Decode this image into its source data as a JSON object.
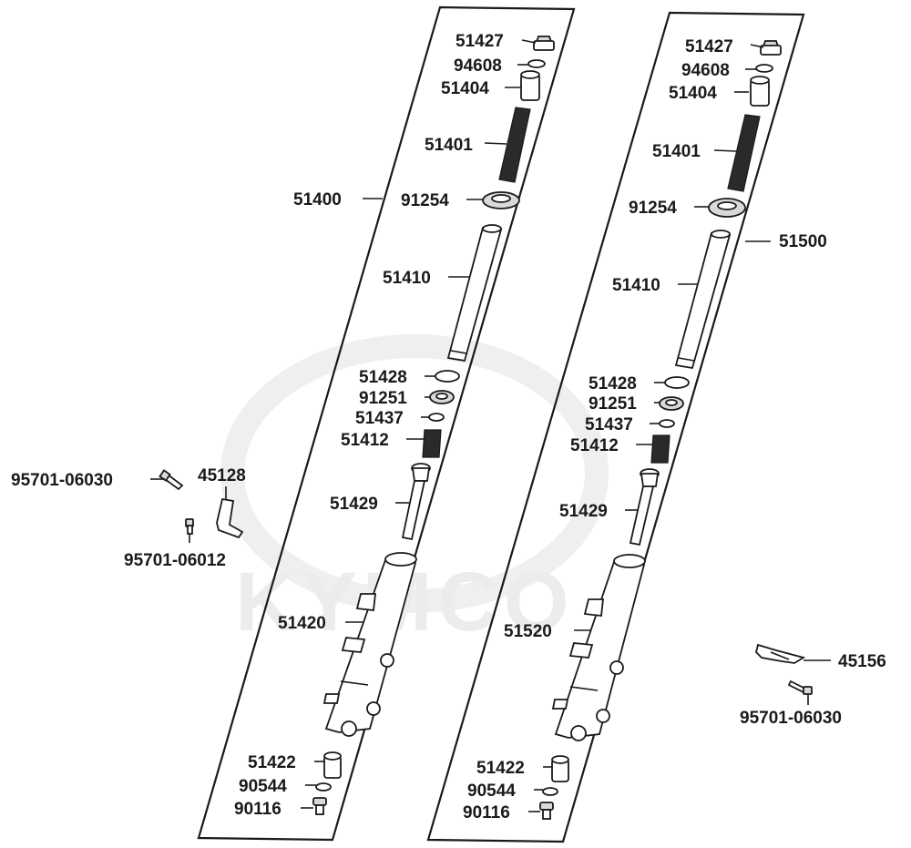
{
  "watermark": {
    "text": "KYMCO"
  },
  "labels": {
    "l_51427": "51427",
    "l_94608": "94608",
    "l_51404": "51404",
    "l_51401": "51401",
    "l_51400": "51400",
    "l_91254": "91254",
    "l_51410": "51410",
    "l_51428": "51428",
    "l_91251": "91251",
    "l_51437": "51437",
    "l_51412": "51412",
    "l_95701_06030": "95701-06030",
    "l_45128": "45128",
    "l_51429": "51429",
    "l_95701_06012": "95701-06012",
    "l_51420": "51420",
    "l_51422": "51422",
    "l_90544": "90544",
    "l_90116": "90116",
    "r_51427": "51427",
    "r_94608": "94608",
    "r_51404": "51404",
    "r_51401": "51401",
    "r_91254": "91254",
    "r_51500": "51500",
    "r_51410": "51410",
    "r_51428": "51428",
    "r_91251": "91251",
    "r_51437": "51437",
    "r_51412": "51412",
    "r_51429": "51429",
    "r_51520": "51520",
    "r_45156": "45156",
    "r_95701_06030": "95701-06030",
    "r_51422": "51422",
    "r_90544": "90544",
    "r_90116": "90116"
  },
  "colors": {
    "line": "#1a1a1a",
    "watermark": "#ececec",
    "background": "#ffffff"
  }
}
